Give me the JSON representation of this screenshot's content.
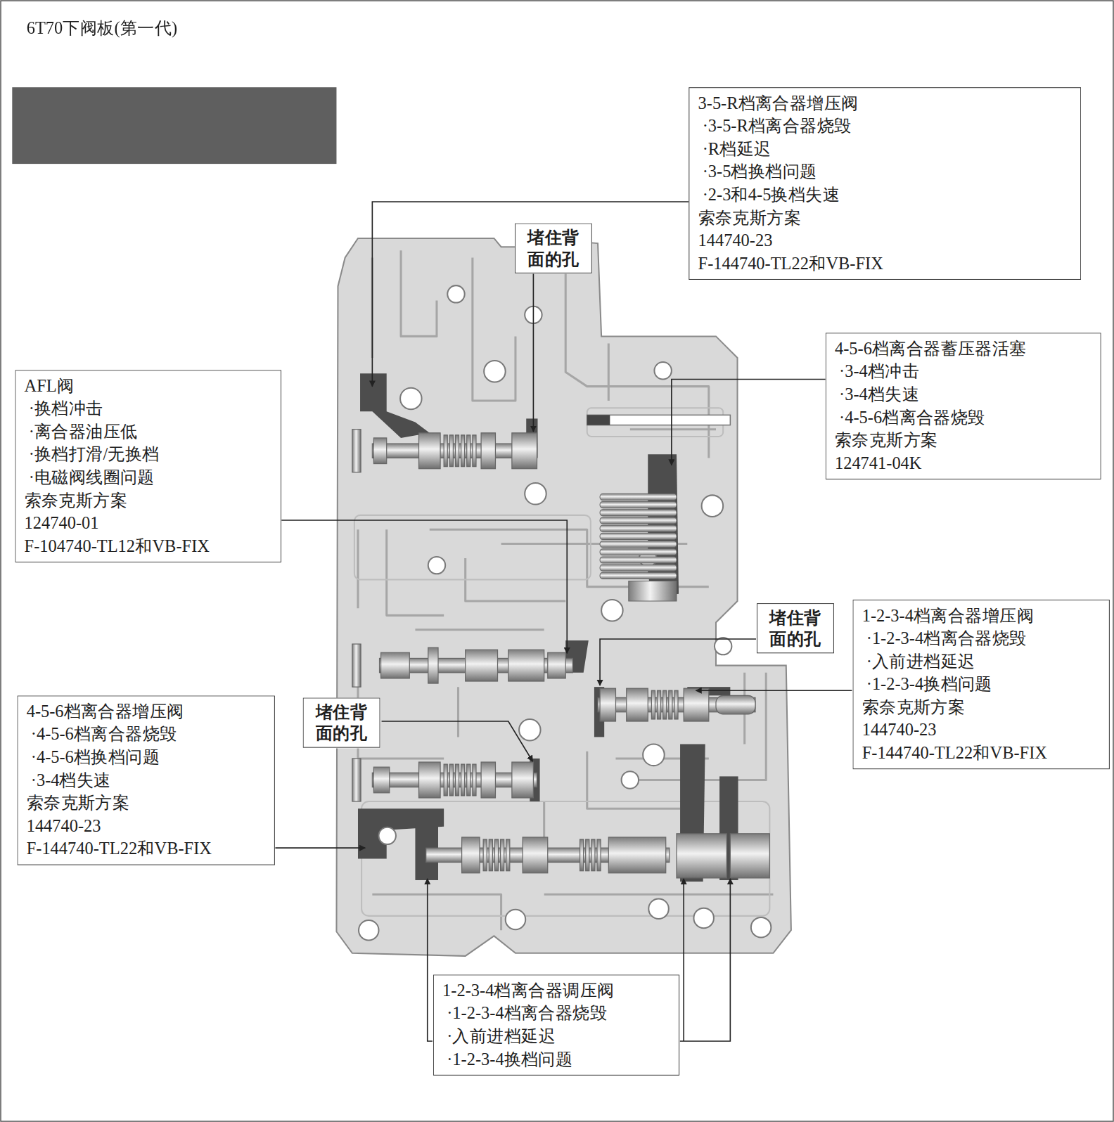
{
  "diagram": {
    "title": "6T70下阀板(第一代)",
    "nodes": [
      {
        "text": [
          "3-5-R档离合器增压阀",
          "·3-5-R档离合器烧毁",
          "·R档延迟",
          "·3-5档换档问题",
          "·2-3和4-5换档失速",
          "索奈克斯方案",
          "144740-23",
          "F-144740-TL22和VB-FIX"
        ]
      },
      {
        "text": [
          "堵住背面的孔"
        ]
      },
      {
        "text": [
          "4-5-6档离合器蓄压器活塞",
          "·3-4档冲击",
          "·3-4档失速",
          "·4-5-6档离合器烧毁",
          "索奈克斯方案",
          "124741-04K"
        ]
      },
      {
        "text": [
          "AFL阀",
          "·换档冲击",
          "·离合器油压低",
          "·换档打滑/无换档",
          "·电磁阀线圈问题",
          "索奈克斯方案",
          "124740-01",
          "F-104740-TL12和VB-FIX"
        ]
      },
      {
        "text": [
          "堵住背面的孔"
        ]
      },
      {
        "text": [
          "1-2-3-4档离合器增压阀",
          "·1-2-3-4档离合器烧毁",
          "·入前进档延迟",
          "·1-2-3-4换档问题",
          "索奈克斯方案",
          "144740-23",
          "F-144740-TL22和VB-FIX"
        ]
      },
      {
        "text": [
          "4-5-6档离合器增压阀",
          "·4-5-6档离合器烧毁",
          "·4-5-6档换档问题",
          "·3-4档失速",
          "索奈克斯方案",
          "144740-23",
          "F-144740-TL22和VB-FIX"
        ]
      },
      {
        "text": [
          "堵住背面的孔"
        ]
      },
      {
        "text": [
          "1-2-3-4档离合器调压阀",
          "·1-2-3-4档离合器烧毁",
          "·入前进档延迟",
          "·1-2-3-4换档问题"
        ]
      }
    ]
  }
}
